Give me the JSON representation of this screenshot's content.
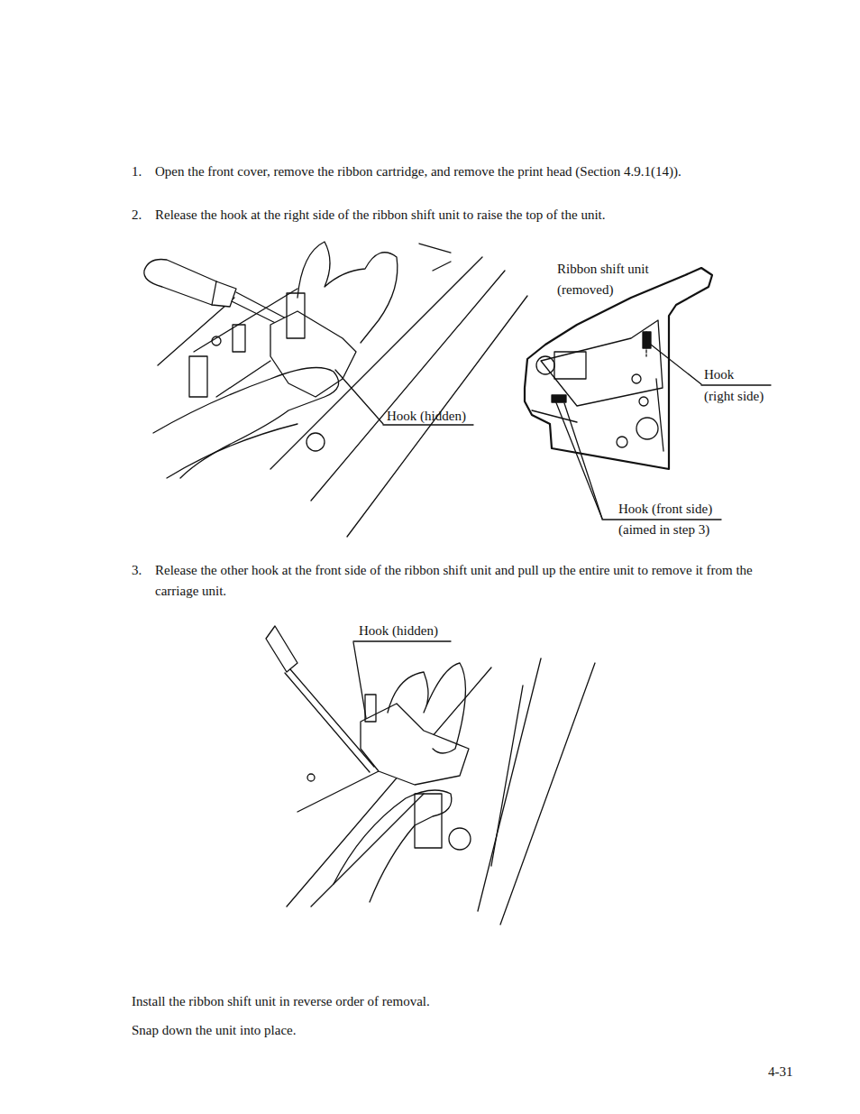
{
  "diagram": {
    "labels": [
      "1.",
      "Open the front cover, remove the ribbon cartridge, and remove the print head (Section 4.9.1(14)).",
      "2.",
      "Release the hook at the right side of the ribbon shift unit to raise the top of the unit.",
      "Ribbon shift unit (removed)",
      "Hook",
      "(right side)",
      "Hook (hidden)",
      "Hook (front side)",
      "(aimed in step 3)",
      "3.",
      "Release the other hook at the front side of the ribbon shift unit and pull up the entire unit to remove it from the carriage unit.",
      "Hook (hidden)",
      "Install the ribbon shift unit in reverse order of removal.",
      "Snap down the unit into place.",
      "4-31"
    ]
  }
}
